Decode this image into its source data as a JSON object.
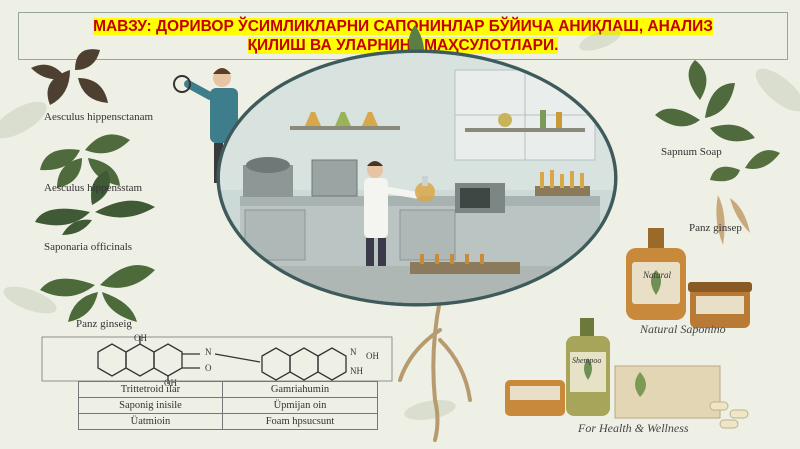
{
  "title": {
    "line1": "МАВЗУ: ДОРИВОР ЎСИМЛИКЛАРНИ САПОНИНЛАР БЎЙИЧА АНИҚЛАШ, АНАЛИЗ",
    "line2": "ҚИЛИШ ВА УЛАРНИНГ МАҲСУЛОТЛАРИ."
  },
  "plants_left": [
    {
      "label": "Aesculus hippensctanam"
    },
    {
      "label": "Aesculus hippensstam"
    },
    {
      "label": "Saponaria officinals"
    },
    {
      "label": "Panz ginseig"
    }
  ],
  "plants_right": [
    {
      "label": "Sapnum Soap"
    },
    {
      "label": "Panz ginsep"
    }
  ],
  "products": {
    "brand_label": "Natural Saponino",
    "jar_label": "Natural",
    "bottle_label": "Shempoo",
    "footer": "For Health & Wellness"
  },
  "chemistry": {
    "atoms": [
      "OH",
      "N",
      "OH",
      "O",
      "N",
      "OH",
      "NH"
    ]
  },
  "table": {
    "rows": [
      [
        "Trittetroid ılar",
        "Gamriahumin"
      ],
      [
        "Saponig inisile",
        "Üpmijan oin"
      ],
      [
        "Üatmioin",
        "Foam hpsucsunt"
      ]
    ]
  },
  "colors": {
    "background": "#eef0e6",
    "title_text": "#c40000",
    "title_highlight": "#ffff00",
    "leaf_dark": "#3f5a35",
    "leaf_mid": "#6f8f55",
    "bottle_amber": "#c8893a"
  }
}
